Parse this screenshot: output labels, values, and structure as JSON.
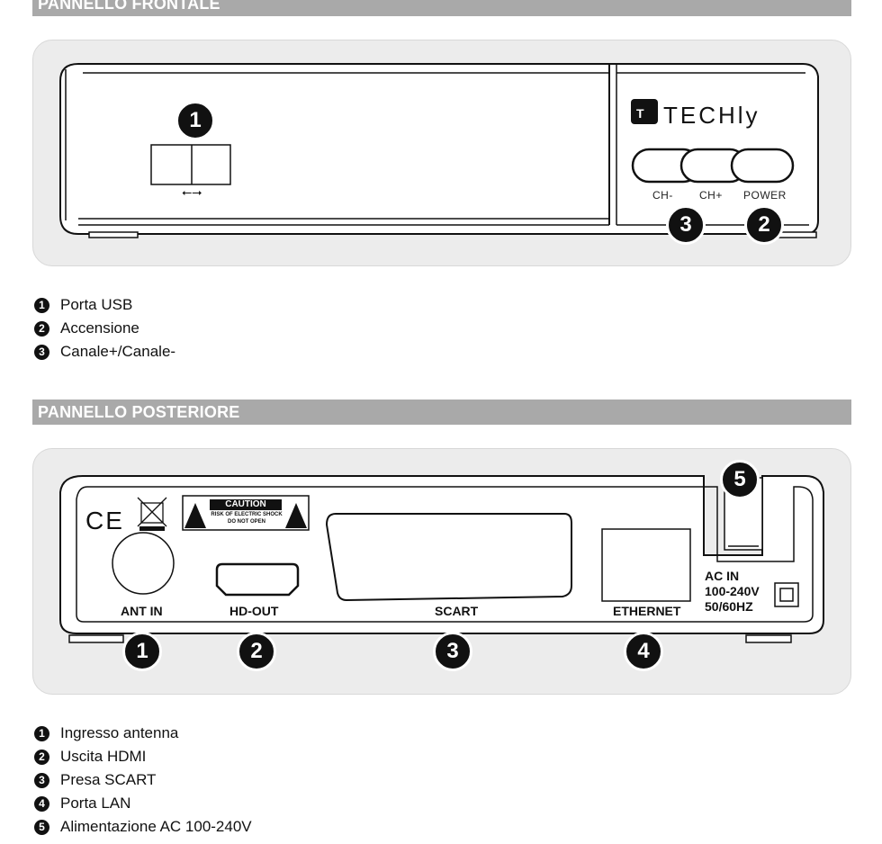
{
  "front": {
    "heading": "PANNELLO FRONTALE",
    "brand": "TECHly",
    "button_labels": [
      "CH-",
      "CH+",
      "POWER"
    ],
    "badges": [
      "1",
      "2",
      "3"
    ],
    "legend": [
      {
        "num": "1",
        "text": "Porta USB"
      },
      {
        "num": "2",
        "text": "Accensione"
      },
      {
        "num": "3",
        "text": "Canale+/Canale-"
      }
    ]
  },
  "rear": {
    "heading": "PANNELLO POSTERIORE",
    "caution_title": "CAUTION",
    "caution_line1": "RISK OF ELECTRIC SHOCK",
    "caution_line2": "DO NOT OPEN",
    "ce_mark": "CE",
    "port_labels": {
      "ant": "ANT IN",
      "hdout": "HD-OUT",
      "scart": "SCART",
      "ethernet": "ETHERNET",
      "ac1": "AC IN",
      "ac2": "100-240V",
      "ac3": "50/60HZ"
    },
    "badges": [
      "1",
      "2",
      "3",
      "4",
      "5"
    ],
    "legend": [
      {
        "num": "1",
        "text": "Ingresso antenna"
      },
      {
        "num": "2",
        "text": "Uscita HDMI"
      },
      {
        "num": "3",
        "text": "Presa SCART"
      },
      {
        "num": "4",
        "text": "Porta LAN"
      },
      {
        "num": "5",
        "text": "Alimentazione AC 100-240V"
      }
    ]
  }
}
